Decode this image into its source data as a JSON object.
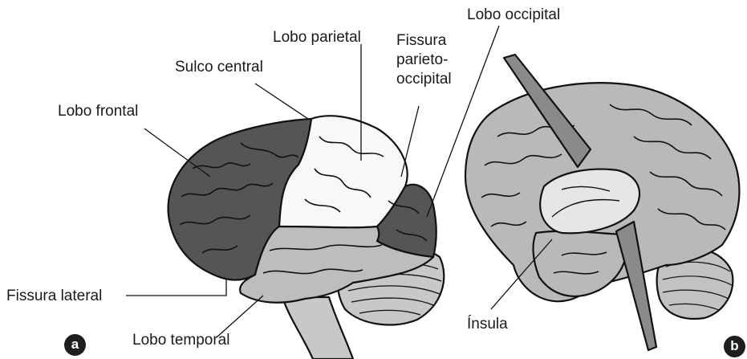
{
  "figure_a": {
    "badge": "a",
    "labels": {
      "lobo_frontal": "Lobo frontal",
      "sulco_central": "Sulco central",
      "lobo_parietal": "Lobo parietal",
      "fissura_line1": "Fissura",
      "fissura_line2": "parieto-",
      "fissura_line3": "occipital",
      "fissura_lateral": "Fissura lateral",
      "lobo_temporal": "Lobo temporal"
    }
  },
  "figure_b": {
    "badge": "b",
    "labels": {
      "lobo_occipital": "Lobo occipital",
      "insula": "Ínsula"
    }
  },
  "colors": {
    "frontal": "#555555",
    "parietal": "#f8f8f8",
    "temporal": "#bdbdbd",
    "occipital": "#555555",
    "cerebellum": "#c8c8c8",
    "brain_b": "#b9b9b9",
    "insula": "#e6e6e6",
    "outline": "#111111"
  }
}
